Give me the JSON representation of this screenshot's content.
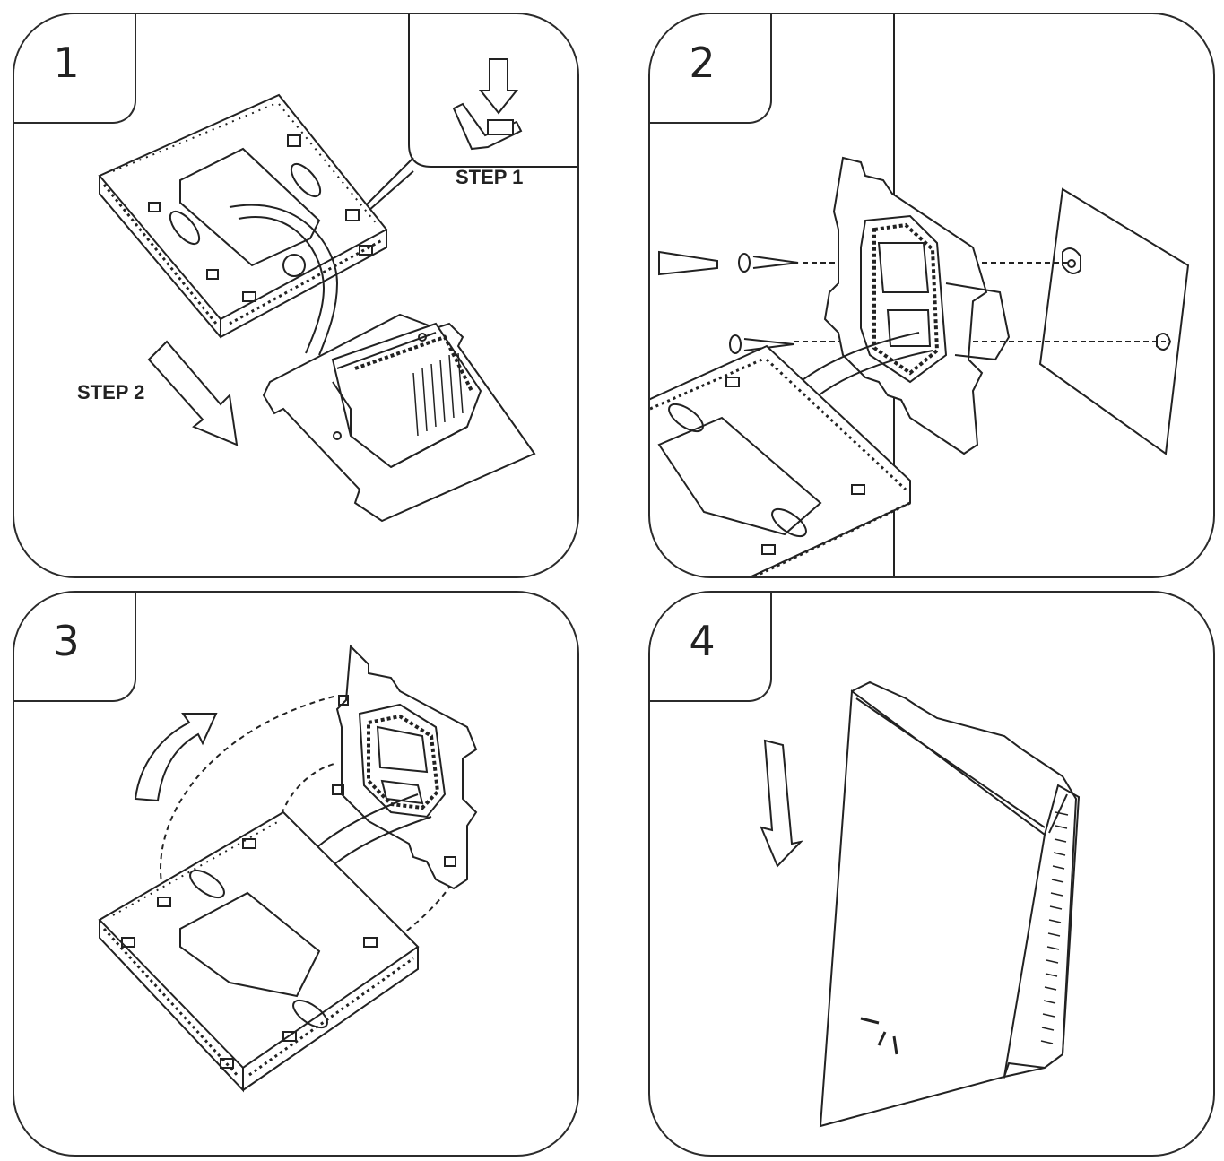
{
  "panels": [
    {
      "number": "1",
      "step1_label": "STEP 1",
      "step2_label": "STEP 2"
    },
    {
      "number": "2"
    },
    {
      "number": "3"
    },
    {
      "number": "4"
    }
  ]
}
